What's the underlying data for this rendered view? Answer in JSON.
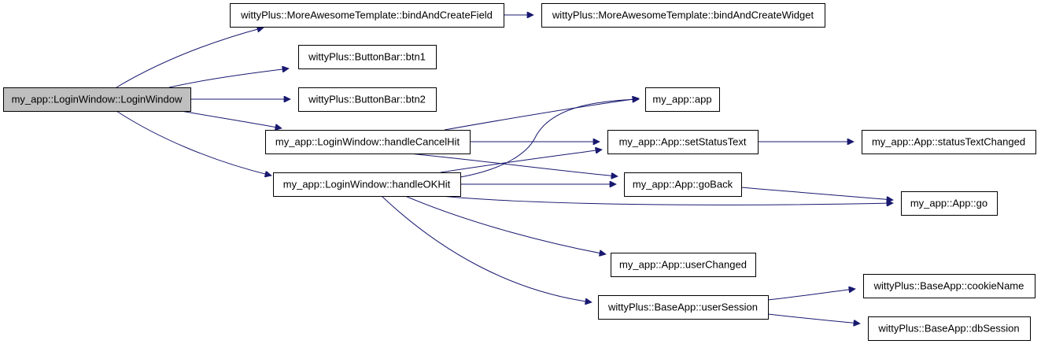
{
  "graph": {
    "edge_color": "#191970",
    "root_fill": "#bfbfbf",
    "nodes": [
      {
        "id": "login_window",
        "label": "my_app::LoginWindow::LoginWindow",
        "root": true
      },
      {
        "id": "bind_create_field",
        "label": "wittyPlus::MoreAwesomeTemplate::bindAndCreateField"
      },
      {
        "id": "bind_create_widget",
        "label": "wittyPlus::MoreAwesomeTemplate::bindAndCreateWidget"
      },
      {
        "id": "btn1",
        "label": "wittyPlus::ButtonBar::btn1"
      },
      {
        "id": "btn2",
        "label": "wittyPlus::ButtonBar::btn2"
      },
      {
        "id": "handle_cancel_hit",
        "label": "my_app::LoginWindow::handleCancelHit"
      },
      {
        "id": "handle_ok_hit",
        "label": "my_app::LoginWindow::handleOKHit"
      },
      {
        "id": "app",
        "label": "my_app::app"
      },
      {
        "id": "set_status_text",
        "label": "my_app::App::setStatusText"
      },
      {
        "id": "status_text_changed",
        "label": "my_app::App::statusTextChanged"
      },
      {
        "id": "go_back",
        "label": "my_app::App::goBack"
      },
      {
        "id": "go",
        "label": "my_app::App::go"
      },
      {
        "id": "user_changed",
        "label": "my_app::App::userChanged"
      },
      {
        "id": "user_session",
        "label": "wittyPlus::BaseApp::userSession"
      },
      {
        "id": "cookie_name",
        "label": "wittyPlus::BaseApp::cookieName"
      },
      {
        "id": "db_session",
        "label": "wittyPlus::BaseApp::dbSession"
      }
    ],
    "edges": [
      {
        "from": "login_window",
        "to": "bind_create_field"
      },
      {
        "from": "login_window",
        "to": "btn1"
      },
      {
        "from": "login_window",
        "to": "btn2"
      },
      {
        "from": "login_window",
        "to": "handle_cancel_hit"
      },
      {
        "from": "login_window",
        "to": "handle_ok_hit"
      },
      {
        "from": "bind_create_field",
        "to": "bind_create_widget"
      },
      {
        "from": "handle_cancel_hit",
        "to": "app"
      },
      {
        "from": "handle_cancel_hit",
        "to": "set_status_text"
      },
      {
        "from": "handle_cancel_hit",
        "to": "go_back"
      },
      {
        "from": "handle_ok_hit",
        "to": "app"
      },
      {
        "from": "handle_ok_hit",
        "to": "set_status_text"
      },
      {
        "from": "handle_ok_hit",
        "to": "go_back"
      },
      {
        "from": "handle_ok_hit",
        "to": "go"
      },
      {
        "from": "handle_ok_hit",
        "to": "user_changed"
      },
      {
        "from": "handle_ok_hit",
        "to": "user_session"
      },
      {
        "from": "set_status_text",
        "to": "status_text_changed"
      },
      {
        "from": "go_back",
        "to": "go"
      },
      {
        "from": "user_session",
        "to": "cookie_name"
      },
      {
        "from": "user_session",
        "to": "db_session"
      }
    ]
  }
}
